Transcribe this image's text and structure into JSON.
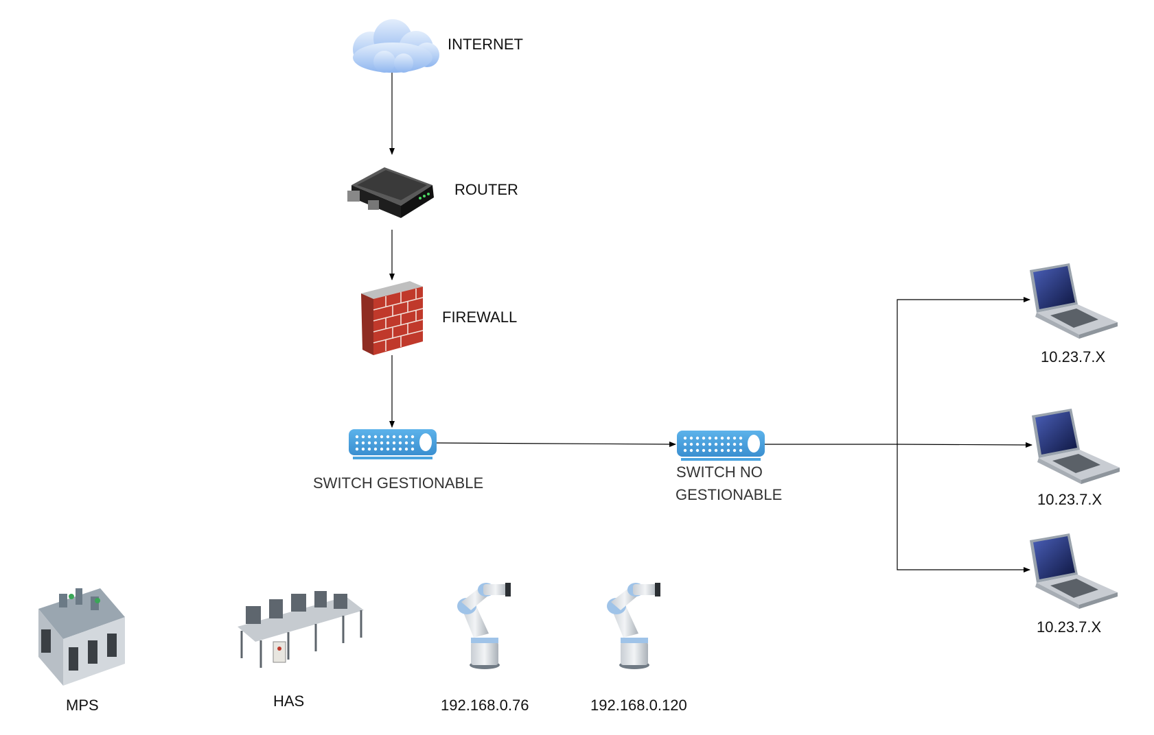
{
  "nodes": {
    "internet": {
      "label": "INTERNET",
      "icon": "cloud-icon"
    },
    "router": {
      "label": "ROUTER",
      "icon": "router-icon"
    },
    "firewall": {
      "label": "FIREWALL",
      "icon": "firewall-icon"
    },
    "switch_managed": {
      "label": "SWITCH GESTIONABLE",
      "icon": "switch-icon"
    },
    "switch_unmanaged": {
      "label_line1": "SWITCH NO",
      "label_line2": "GESTIONABLE",
      "icon": "switch-icon"
    },
    "laptop_1": {
      "label": "10.23.7.X",
      "icon": "laptop-icon"
    },
    "laptop_2": {
      "label": "10.23.7.X",
      "icon": "laptop-icon"
    },
    "laptop_3": {
      "label": "10.23.7.X",
      "icon": "laptop-icon"
    },
    "mps": {
      "label": "MPS",
      "icon": "mps-station-icon"
    },
    "has": {
      "label": "HAS",
      "icon": "has-line-icon"
    },
    "robot_1": {
      "label": "192.168.0.76",
      "icon": "robot-arm-icon"
    },
    "robot_2": {
      "label": "192.168.0.120",
      "icon": "robot-arm-icon"
    }
  },
  "colors": {
    "cloud": "#a9c8f5",
    "switch": "#4aa3df",
    "brick": "#b33a2e",
    "router": "#2a2a2a",
    "laptop_screen": "#1e2a6e",
    "edge": "#000000"
  },
  "edges": [
    {
      "from": "internet",
      "to": "router",
      "arrow": true
    },
    {
      "from": "router",
      "to": "firewall",
      "arrow": true
    },
    {
      "from": "firewall",
      "to": "switch_managed",
      "arrow": true
    },
    {
      "from": "switch_managed",
      "to": "switch_unmanaged",
      "arrow": true
    },
    {
      "from": "switch_unmanaged",
      "to": "laptop_1",
      "arrow": true
    },
    {
      "from": "switch_unmanaged",
      "to": "laptop_2",
      "arrow": true
    },
    {
      "from": "switch_unmanaged",
      "to": "laptop_3",
      "arrow": true
    }
  ]
}
